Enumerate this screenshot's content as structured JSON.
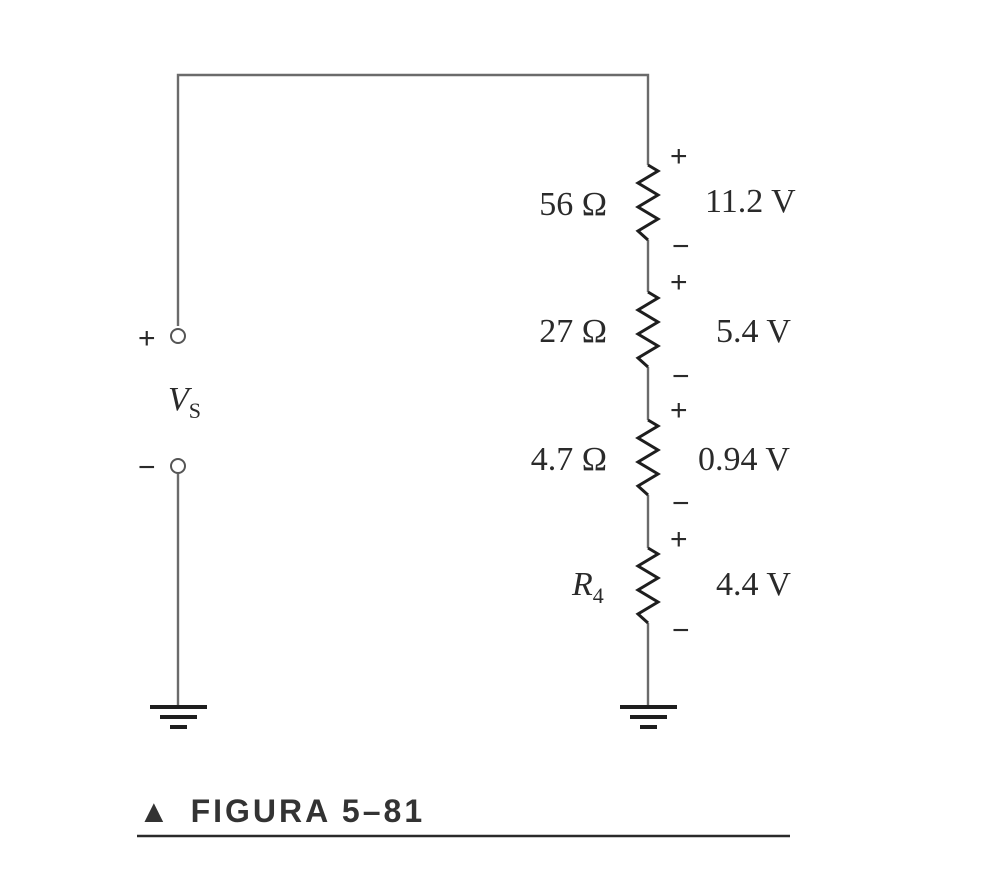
{
  "source": {
    "name": "V",
    "subscript": "S",
    "plus": "+",
    "minus": "−"
  },
  "resistors": [
    {
      "label": "56 Ω",
      "voltage": "11.2 V"
    },
    {
      "label": "27 Ω",
      "voltage": "5.4 V"
    },
    {
      "label": "4.7 Ω",
      "voltage": "0.94 V"
    },
    {
      "name": "R",
      "subscript": "4",
      "voltage": "4.4 V"
    }
  ],
  "polarity": {
    "plus": "+",
    "minus": "−"
  },
  "caption": {
    "marker": "▲",
    "text": "FIGURA 5–81"
  }
}
